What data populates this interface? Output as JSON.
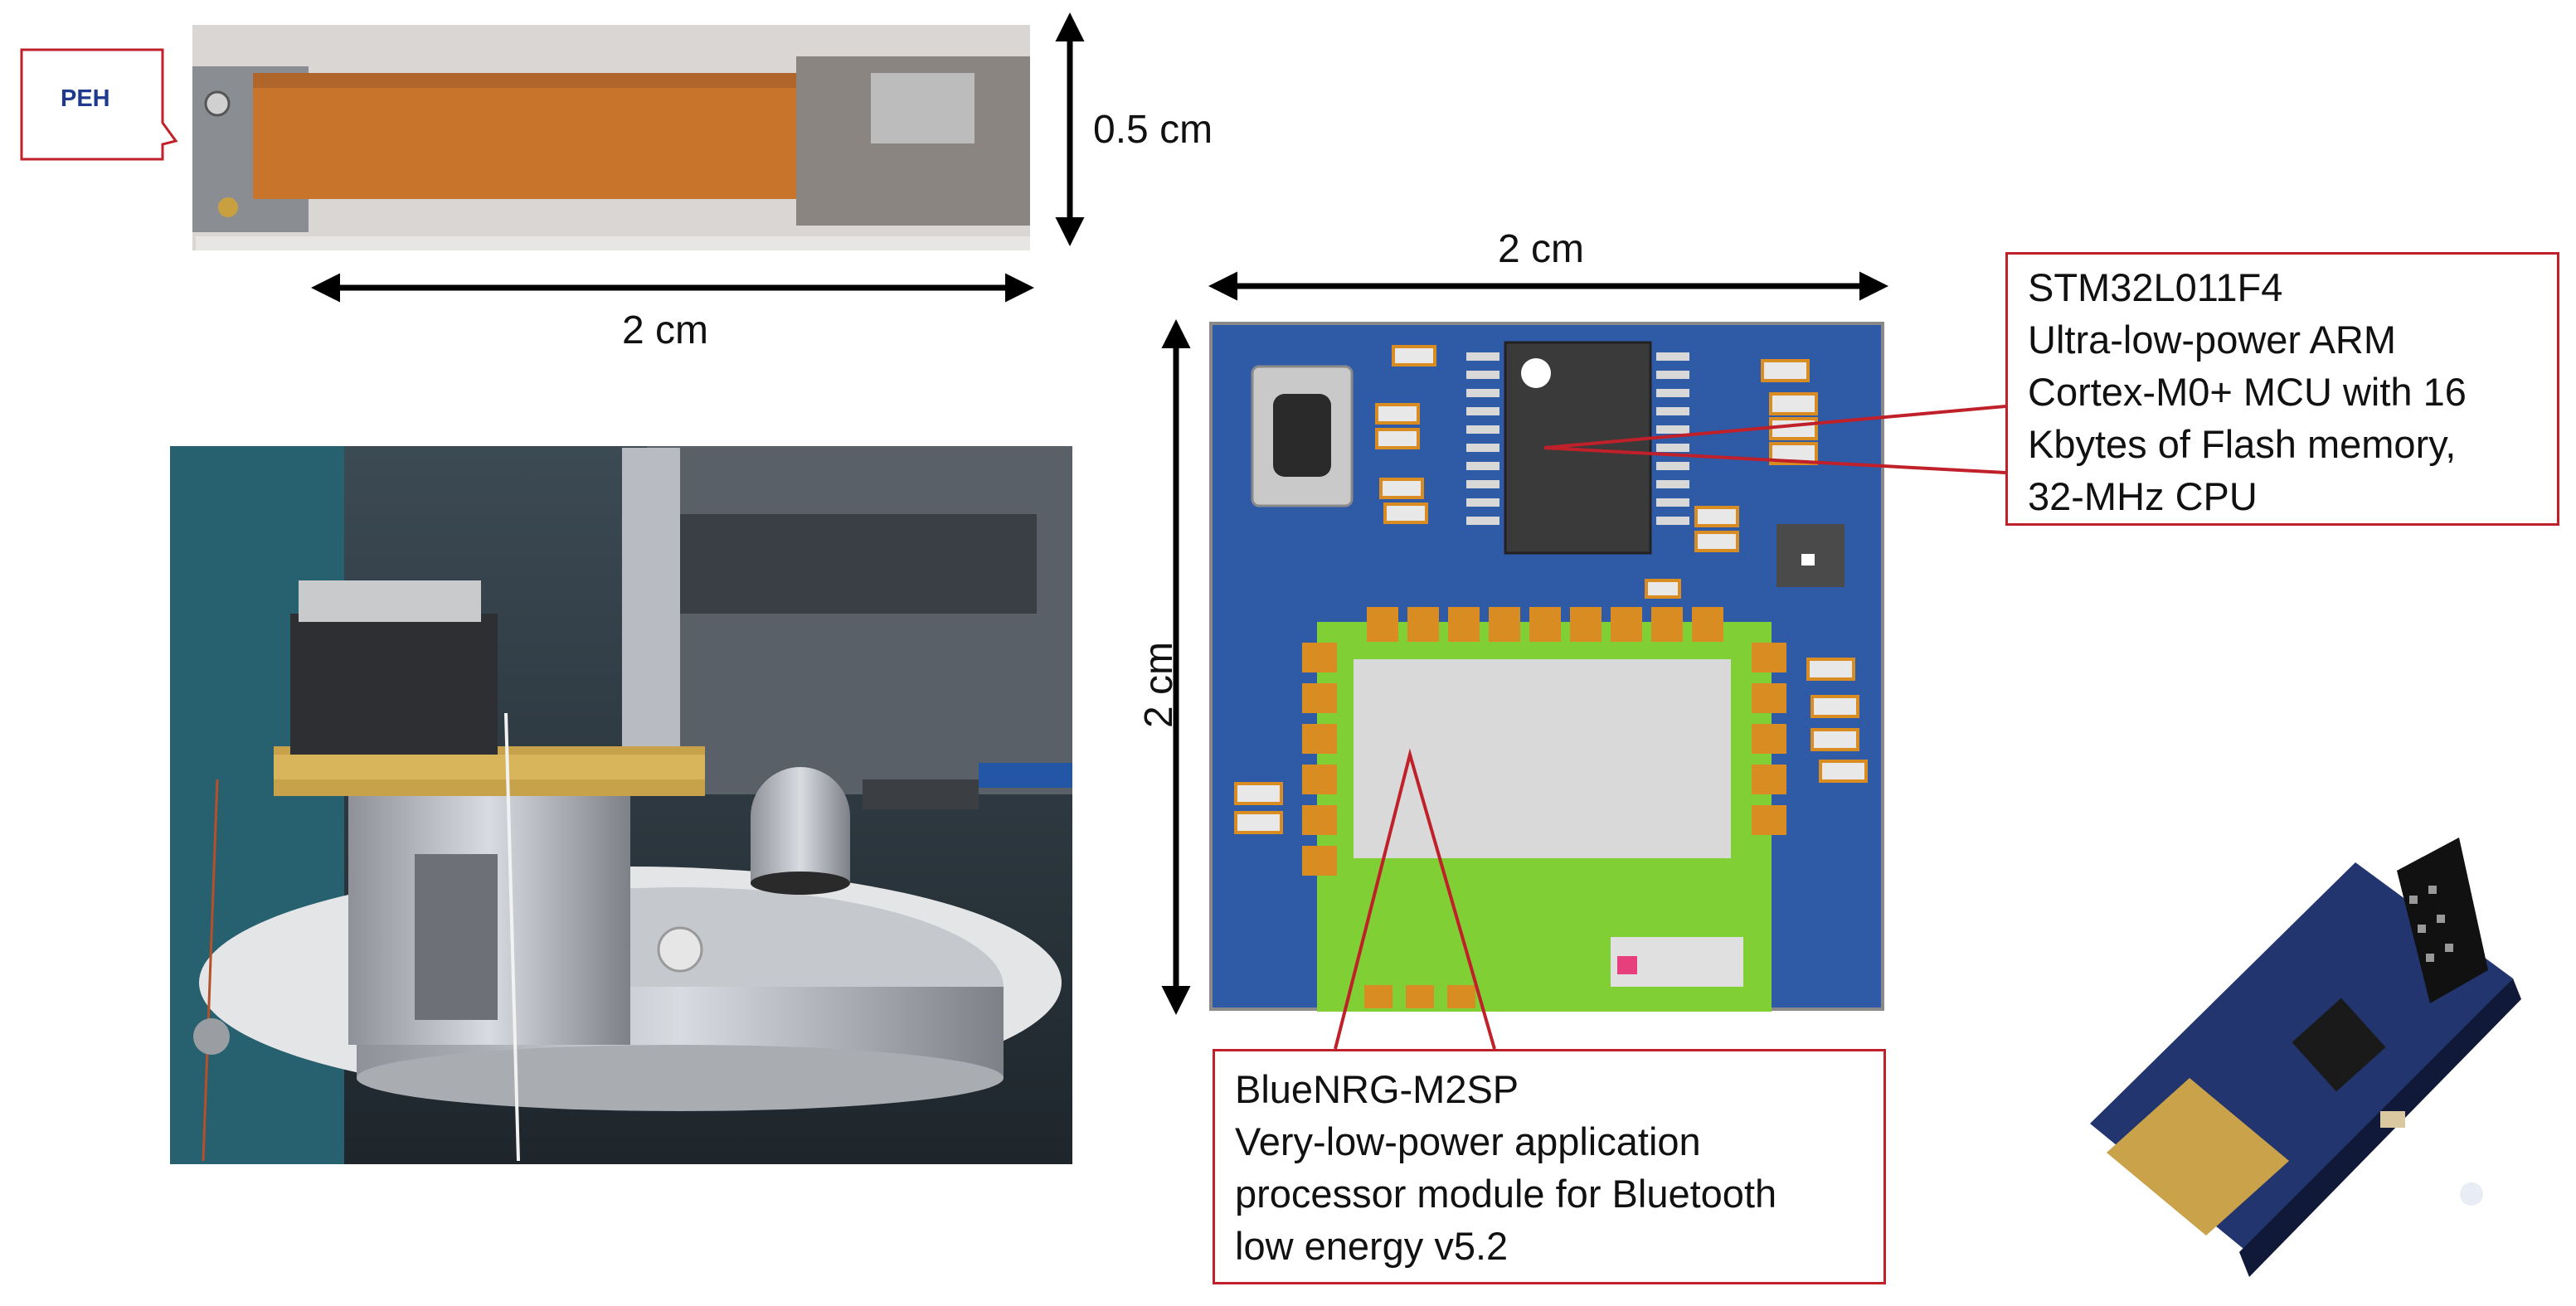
{
  "peh_label": "PEH",
  "dimensions": {
    "strip_height": "0.5 cm",
    "strip_width": "2 cm",
    "board_width": "2 cm",
    "board_height": "2 cm"
  },
  "mcu_callout": {
    "lines": [
      "STM32L011F4",
      "Ultra-low-power ARM",
      "Cortex-M0+ MCU with 16",
      "Kbytes of Flash memory,",
      "32-MHz CPU"
    ]
  },
  "ble_callout": {
    "lines": [
      "BlueNRG-M2SP",
      "Very-low-power application",
      "processor module for Bluetooth",
      "low energy v5.2"
    ]
  },
  "colors": {
    "callout_border": "#c0202a",
    "pcb_blue": "#2f5aa6",
    "module_green": "#7fcf35",
    "pad_orange": "#d98c22",
    "arrow": "#000000"
  }
}
